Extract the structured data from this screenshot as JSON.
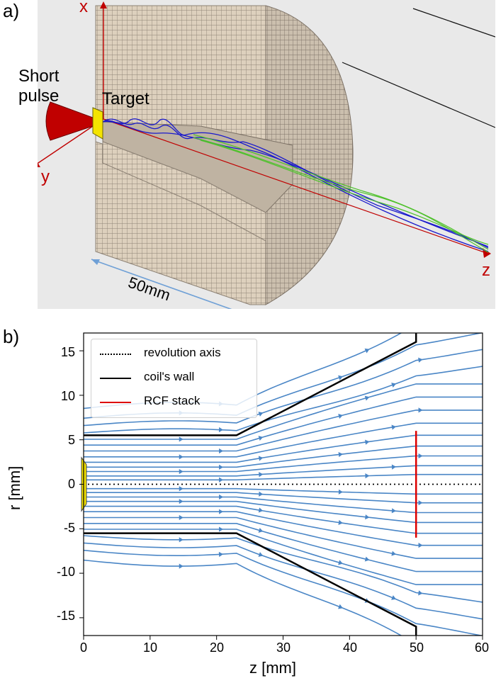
{
  "panel_a": {
    "label": "a)",
    "axis_x": "x",
    "axis_y": "y",
    "axis_z": "z",
    "short_pulse": "Short\npulse",
    "target": "Target",
    "dimension": "50mm",
    "colors": {
      "coil": "#d8c9b3",
      "pulse": "#c00000",
      "target": "#f4e400",
      "blue_traj": "#1a1acc",
      "green_traj": "#4ec12b",
      "dim_arrow": "#6fa0d6"
    }
  },
  "panel_b": {
    "label": "b)",
    "chart_data": {
      "type": "streamplot",
      "xlabel": "z [mm]",
      "ylabel": "r [mm]",
      "xlim": [
        0,
        60
      ],
      "ylim": [
        -17,
        17
      ],
      "xticks": [
        0,
        10,
        20,
        30,
        40,
        50,
        60
      ],
      "yticks": [
        15,
        10,
        5,
        0,
        -5,
        -10,
        -15
      ],
      "grid": false,
      "legend_position": "top-left",
      "legend": [
        {
          "label": "revolution axis",
          "style": "dotted",
          "color": "#000000"
        },
        {
          "label": "coil's wall",
          "style": "solid",
          "color": "#000000"
        },
        {
          "label": "RCF stack",
          "style": "solid",
          "color": "#dd0000"
        }
      ],
      "series": [
        {
          "name": "revolution axis",
          "x": [
            0,
            60
          ],
          "y": [
            0,
            0
          ]
        },
        {
          "name": "coil's wall",
          "x": [
            0,
            23,
            50,
            50
          ],
          "y": [
            5.5,
            5.5,
            16,
            17
          ]
        },
        {
          "name": "coil's wall",
          "x": [
            0,
            23,
            50,
            50
          ],
          "y": [
            -5.5,
            -5.5,
            -16,
            -17
          ]
        },
        {
          "name": "RCF stack",
          "x": [
            50,
            50
          ],
          "y": [
            -6,
            6
          ]
        }
      ],
      "field_line_color": "#4a86c6"
    }
  }
}
